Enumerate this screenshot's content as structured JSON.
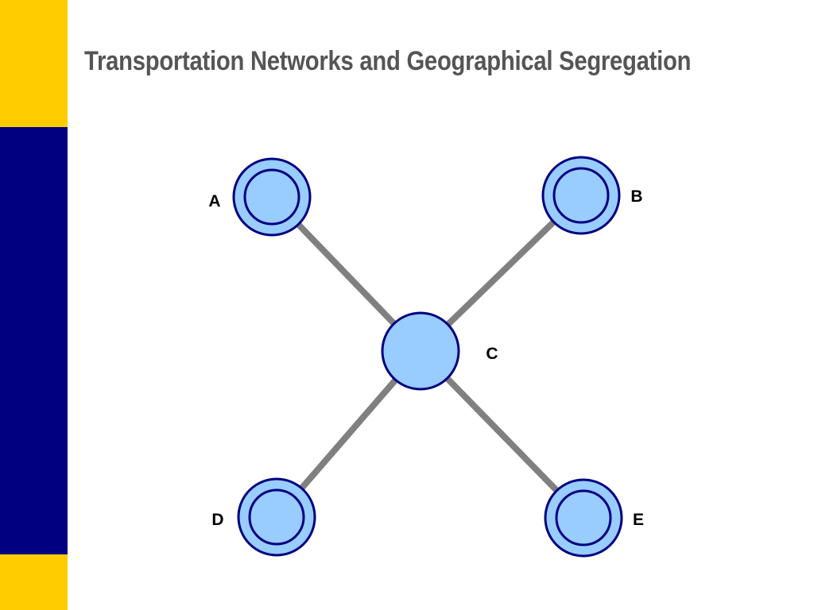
{
  "slide": {
    "title": "Transportation Networks and Geographical Segregation"
  },
  "colors": {
    "accent_yellow": "#FFCC00",
    "accent_navy": "#000080",
    "node_fill": "#99CCFF",
    "node_stroke": "#000080",
    "edge": "#808080",
    "title": "#555555"
  },
  "diagram": {
    "nodes": [
      {
        "id": "A",
        "label": "A",
        "style": "double-ring"
      },
      {
        "id": "B",
        "label": "B",
        "style": "double-ring"
      },
      {
        "id": "C",
        "label": "C",
        "style": "single"
      },
      {
        "id": "D",
        "label": "D",
        "style": "double-ring"
      },
      {
        "id": "E",
        "label": "E",
        "style": "double-ring"
      }
    ],
    "edges": [
      {
        "from": "C",
        "to": "A"
      },
      {
        "from": "C",
        "to": "B"
      },
      {
        "from": "C",
        "to": "D"
      },
      {
        "from": "C",
        "to": "E"
      }
    ]
  }
}
